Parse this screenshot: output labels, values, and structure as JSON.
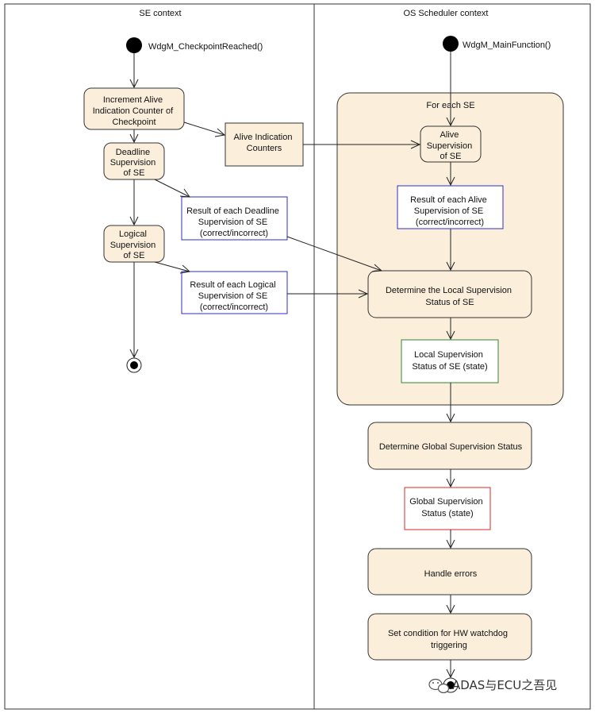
{
  "lanes": {
    "left_title": "SE context",
    "right_title": "OS Scheduler context"
  },
  "start_left": "WdgM_CheckpointReached()",
  "start_right": "WdgM_MainFunction()",
  "region_title": "For each SE",
  "nodes": {
    "increment": [
      "Increment Alive",
      "Indication Counter of",
      "Checkpoint"
    ],
    "deadline": [
      "Deadline",
      "Supervision",
      "of SE"
    ],
    "logical": [
      "Logical",
      "Supervision",
      "of SE"
    ],
    "alive_counters": [
      "Alive Indication",
      "Counters"
    ],
    "result_deadline": [
      "Result of each Deadline",
      "Supervision of SE",
      "(correct/incorrect)"
    ],
    "result_logical": [
      "Result of each Logical",
      "Supervision of SE",
      "(correct/incorrect)"
    ],
    "alive_supervision": [
      "Alive",
      "Supervision",
      "of SE"
    ],
    "result_alive": [
      "Result of each Alive",
      "Supervision of SE",
      "(correct/incorrect)"
    ],
    "determine_local": [
      "Determine the Local Supervision",
      "Status of SE"
    ],
    "local_status": [
      "Local Supervision",
      "Status of SE (state)"
    ],
    "determine_global": [
      "Determine Global Supervision Status"
    ],
    "global_status": [
      "Global Supervision",
      "Status (state)"
    ],
    "handle_errors": [
      "Handle errors"
    ],
    "set_condition": [
      "Set condition for HW watchdog",
      "triggering"
    ]
  },
  "watermark": "ADAS与ECU之吾见",
  "colors": {
    "activity_fill": "#fbefdc",
    "blue_border": "#2c2cc8",
    "green_border": "#2f8a2f",
    "red_border": "#d62828"
  }
}
